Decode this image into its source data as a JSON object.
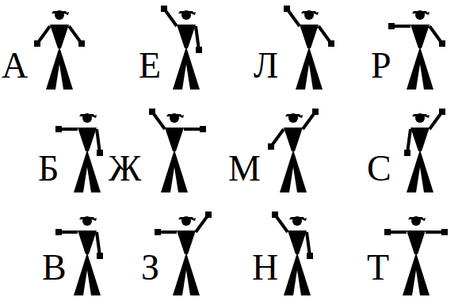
{
  "diagram": {
    "labels": [
      "А",
      "Е",
      "Л",
      "Р",
      "Б",
      "Ж",
      "М",
      "С",
      "В",
      "З",
      "Н",
      "Т"
    ]
  }
}
